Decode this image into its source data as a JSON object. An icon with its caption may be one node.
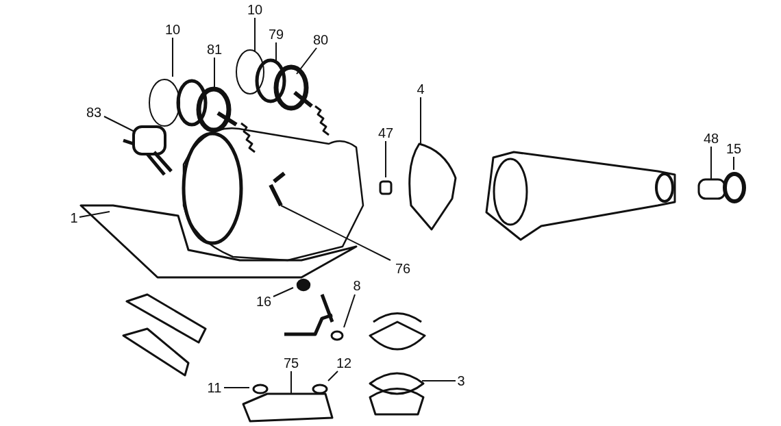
{
  "diagram": {
    "nodes": [
      {
        "text": [
          "10"
        ]
      },
      {
        "text": [
          "81"
        ]
      },
      {
        "text": [
          "10"
        ]
      },
      {
        "text": [
          "79"
        ]
      },
      {
        "text": [
          "80"
        ]
      },
      {
        "text": [
          "83"
        ]
      },
      {
        "text": [
          "4"
        ]
      },
      {
        "text": [
          "47"
        ]
      },
      {
        "text": [
          "48"
        ]
      },
      {
        "text": [
          "15"
        ]
      },
      {
        "text": [
          "1"
        ]
      },
      {
        "text": [
          "76"
        ]
      },
      {
        "text": [
          "16"
        ]
      },
      {
        "text": [
          "8"
        ]
      },
      {
        "text": [
          "75"
        ]
      },
      {
        "text": [
          "11"
        ]
      },
      {
        "text": [
          "12"
        ]
      },
      {
        "text": [
          "3"
        ]
      }
    ],
    "edges": [
      {
        "from": 0,
        "to": null,
        "arrow": "none"
      },
      {
        "from": 1,
        "to": null,
        "arrow": "none"
      },
      {
        "from": 2,
        "to": null,
        "arrow": "none"
      },
      {
        "from": 3,
        "to": null,
        "arrow": "none"
      },
      {
        "from": 4,
        "to": null,
        "arrow": "none"
      },
      {
        "from": 5,
        "to": null,
        "arrow": "none"
      },
      {
        "from": 6,
        "to": null,
        "arrow": "none"
      },
      {
        "from": 7,
        "to": null,
        "arrow": "none"
      },
      {
        "from": 8,
        "to": null,
        "arrow": "none"
      },
      {
        "from": 9,
        "to": null,
        "arrow": "none"
      },
      {
        "from": 10,
        "to": null,
        "arrow": "none"
      },
      {
        "from": 11,
        "to": null,
        "arrow": "none"
      },
      {
        "from": 12,
        "to": null,
        "arrow": "none"
      },
      {
        "from": 13,
        "to": null,
        "arrow": "none"
      },
      {
        "from": 14,
        "to": null,
        "arrow": "none"
      },
      {
        "from": 15,
        "to": null,
        "arrow": "none"
      },
      {
        "from": 16,
        "to": null,
        "arrow": "none"
      },
      {
        "from": 17,
        "to": null,
        "arrow": "none"
      }
    ]
  }
}
